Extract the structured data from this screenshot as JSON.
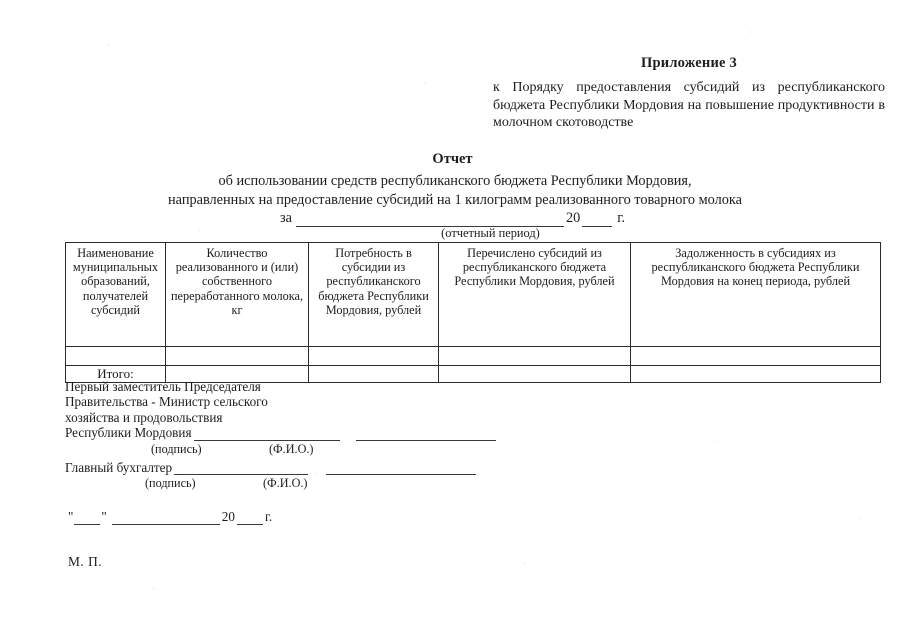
{
  "appendix": {
    "title": "Приложение 3",
    "body": "к Порядку предоставления субсидий из республиканского бюджета Республики Мордовия на повышение продуктивности в молочном скотоводстве"
  },
  "document": {
    "title": "Отчет",
    "subtitle_line1": "об использовании средств республиканского бюджета Республики Мордовия,",
    "subtitle_line2": "направленных на предоставление субсидий на 1 килограмм реализованного товарного молока"
  },
  "period": {
    "label": "за",
    "year_prefix": "20",
    "year_suffix": "г.",
    "caption": "(отчетный период)"
  },
  "table": {
    "headers": [
      "Наименование муниципальных образований, получателей субсидий",
      "Количество реализованного и (или) собственного переработанного молока, кг",
      "Потребность в субсидии из республиканского бюджета Республики Мордовия, рублей",
      "Перечислено субсидий из республиканского бюджета Республики Мордовия, рублей",
      "Задолженность в субсидиях из республиканского бюджета Республики Мордовия на конец периода, рублей"
    ],
    "blank_row": [
      "",
      "",
      "",
      "",
      ""
    ],
    "total_row": [
      "Итого:",
      "",
      "",
      "",
      ""
    ]
  },
  "signature": {
    "title_line1": "Первый заместитель Председателя",
    "title_line2": "Правительства - Министр сельского",
    "title_line3": "хозяйства и продовольствия",
    "title_line4": "Республики Мордовия",
    "accountant_label": "Главный бухгалтер",
    "caption_signature": "(подпись)",
    "caption_fio": "(Ф.И.О.)"
  },
  "footer": {
    "date_quote_open": "\"",
    "date_quote_close": "\"",
    "date_year_prefix": "20",
    "date_year_suffix": "г.",
    "stamp": "М. П."
  }
}
